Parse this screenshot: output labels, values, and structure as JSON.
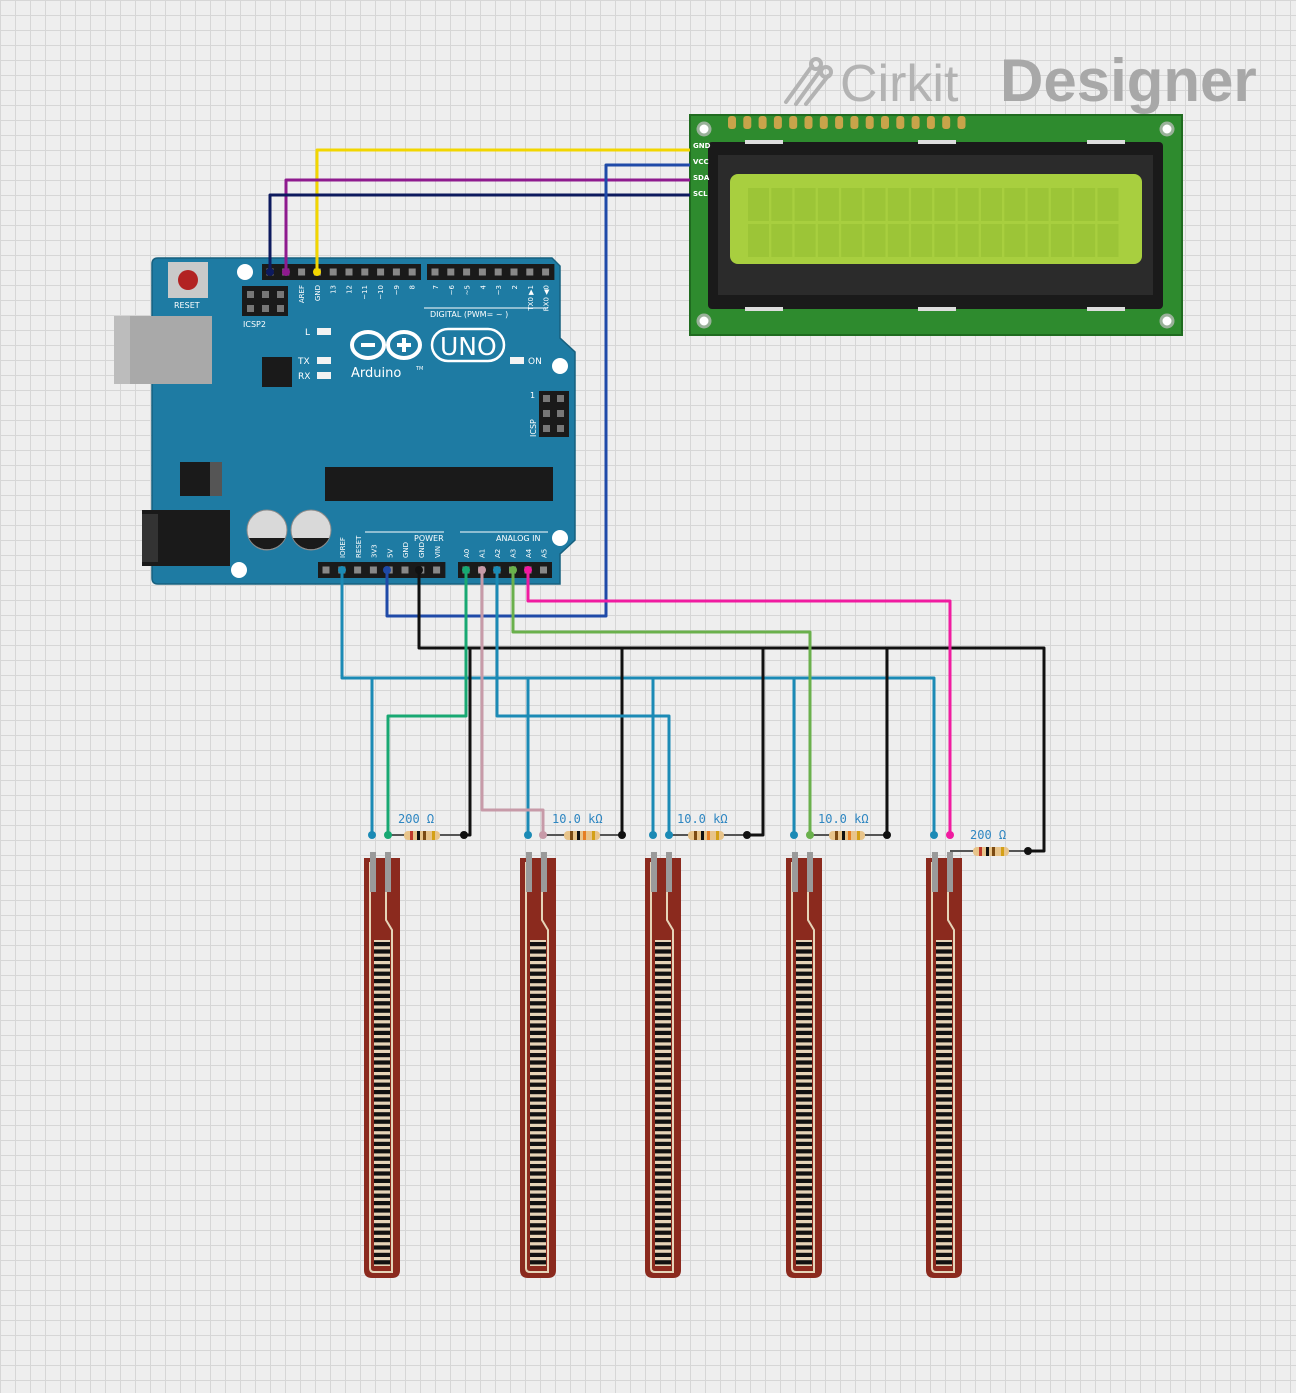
{
  "brand": {
    "word1": "Cirkit",
    "word2": "Designer"
  },
  "arduino": {
    "reset_label": "RESET",
    "icsp2_label": "ICSP2",
    "icsp_label": "ICSP",
    "icsp_pin1": "1",
    "l_label": "L",
    "tx_label": "TX",
    "rx_label": "RX",
    "on_label": "ON",
    "logo_name": "Arduino",
    "logo_model": "UNO",
    "tm": "TM",
    "digital_label": "DIGITAL (PWM= ~ )",
    "power_label": "POWER",
    "analog_label": "ANALOG IN",
    "digital_pins_left": [
      "AREF",
      "GND",
      "13",
      "12",
      "~11",
      "~10",
      "~9",
      "8"
    ],
    "digital_pins_right": [
      "7",
      "~6",
      "~5",
      "4",
      "~3",
      "2",
      "TX0 ▶1",
      "RX0 ◀0"
    ],
    "power_pins": [
      "IOREF",
      "RESET",
      "3V3",
      "5V",
      "GND",
      "GND",
      "VIN"
    ],
    "analog_pins": [
      "A0",
      "A1",
      "A2",
      "A3",
      "A4",
      "A5"
    ]
  },
  "lcd": {
    "pins": [
      "GND",
      "VCC",
      "SDA",
      "SCL"
    ],
    "backlight_color": "#a8cf3f"
  },
  "resistors": [
    "200 Ω",
    "10.0 kΩ",
    "10.0 kΩ",
    "10.0 kΩ",
    "200 Ω"
  ],
  "flex_sensor_count": 5,
  "wire_colors": {
    "gnd": "#111111",
    "vcc": "#1f4aa8",
    "sda": "#8e1a8e",
    "scl": "#0d1a5e",
    "lcd_gnd": "#f2d600",
    "five_v": "#1b8ab5",
    "a0": "#18a872",
    "a1": "#c79aa8",
    "a2": "#1b8ab5",
    "a3": "#6ab04c",
    "a4": "#f01ba0"
  }
}
